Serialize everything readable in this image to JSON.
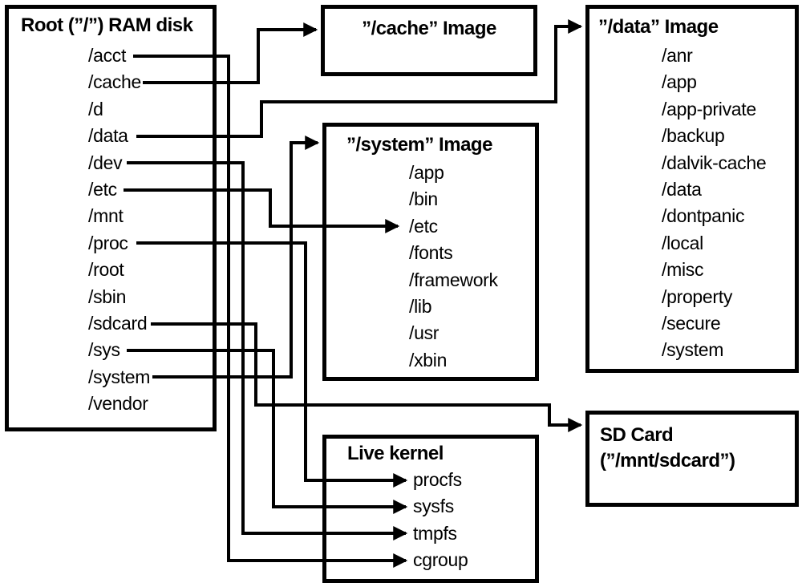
{
  "diagram": {
    "subject": "Android filesystem mount layout"
  },
  "colors": {
    "line": "#000000",
    "background": "#ffffff",
    "text": "#000000"
  },
  "boxes": {
    "root": {
      "title": "Root (”/”) RAM disk",
      "items": [
        "/acct",
        "/cache",
        "/d",
        "/data",
        "/dev",
        "/etc",
        "/mnt",
        "/proc",
        "/root",
        "/sbin",
        "/sdcard",
        "/sys",
        "/system",
        "/vendor"
      ]
    },
    "cache_image": {
      "title": "”/cache” Image"
    },
    "data_image": {
      "title": "”/data” Image",
      "items": [
        "/anr",
        "/app",
        "/app-private",
        "/backup",
        "/dalvik-cache",
        "/data",
        "/dontpanic",
        "/local",
        "/misc",
        "/property",
        "/secure",
        "/system"
      ]
    },
    "system_image": {
      "title": "”/system” Image",
      "items": [
        "/app",
        "/bin",
        "/etc",
        "/fonts",
        "/framework",
        "/lib",
        "/usr",
        "/xbin"
      ]
    },
    "live_kernel": {
      "title": "Live kernel",
      "items": [
        "procfs",
        "sysfs",
        "tmpfs",
        "cgroup"
      ]
    },
    "sd_card": {
      "title_line1": "SD Card",
      "title_line2": "(”/mnt/sdcard”)"
    }
  },
  "connections": [
    {
      "from": "/acct",
      "to": "Live kernel: cgroup"
    },
    {
      "from": "/cache",
      "to": "”/cache” Image"
    },
    {
      "from": "/data",
      "to": "”/data” Image"
    },
    {
      "from": "/dev",
      "to": "Live kernel: tmpfs"
    },
    {
      "from": "/etc",
      "to": "”/system” Image: /etc"
    },
    {
      "from": "/proc",
      "to": "Live kernel: procfs"
    },
    {
      "from": "/sdcard",
      "to": "SD Card (”/mnt/sdcard”)"
    },
    {
      "from": "/sys",
      "to": "Live kernel: sysfs"
    },
    {
      "from": "/system",
      "to": "”/system” Image"
    }
  ]
}
